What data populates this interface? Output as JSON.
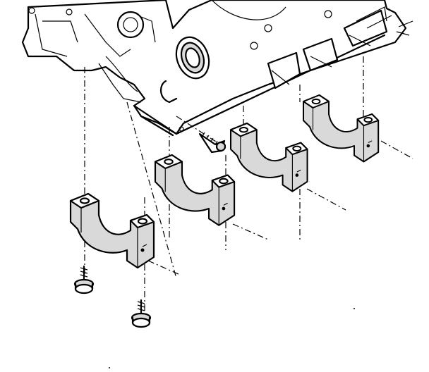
{
  "figure": {
    "kind": "exploded-line-drawing",
    "colors": {
      "ink": "#000000",
      "shade": "#d9d9d9",
      "paper": "#ffffff"
    },
    "parts": [
      "engine-block",
      "rear-oil-seal",
      "main-bearing-cap",
      "main-bearing-cap-bolt",
      "oil-pump-screw"
    ]
  }
}
